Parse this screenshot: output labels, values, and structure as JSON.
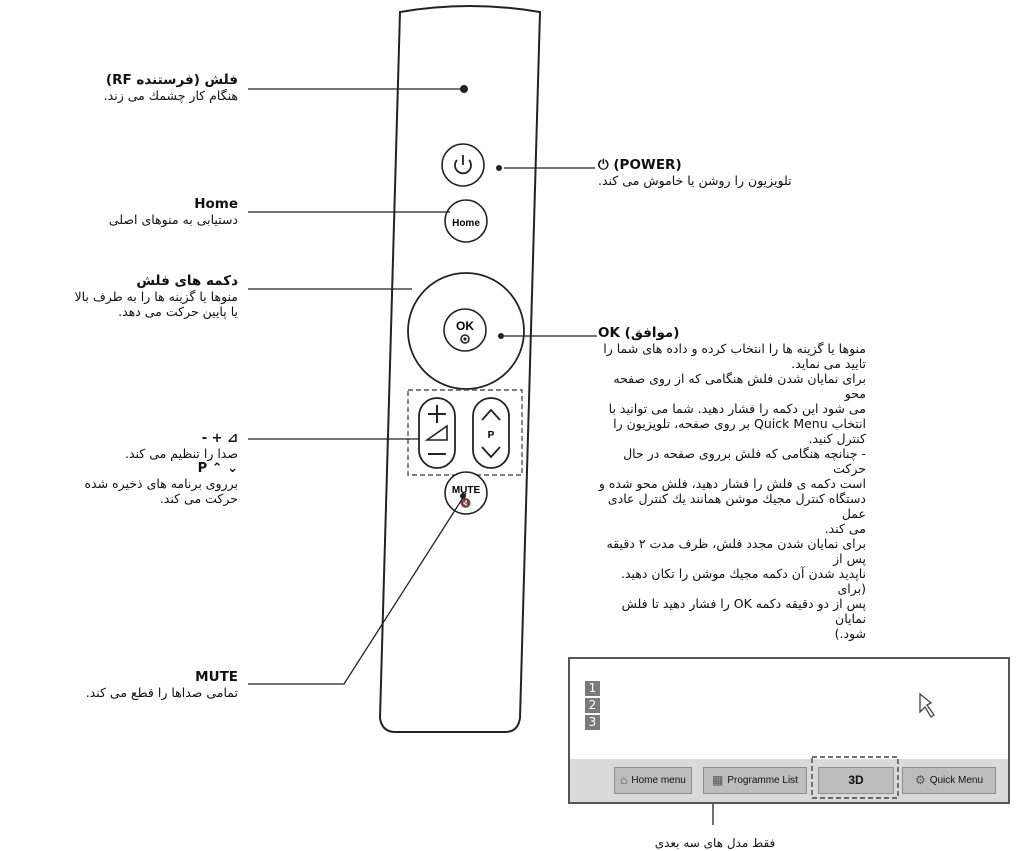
{
  "labels": {
    "rf": {
      "title": "فلش (فرستنده RF)",
      "desc": "هنگام کار چشمك می زند."
    },
    "power": {
      "title": "(POWER)",
      "desc": "تلويزيون را روشن يا خاموش می كند."
    },
    "home": {
      "title": "Home",
      "desc": "دستيابی به منوهای اصلی"
    },
    "flash_buttons": {
      "title": "دكمه های فلش",
      "desc": "منوها يا گزينه ها را به طرف بالا\nيا پايين حركت می دهد."
    },
    "ok": {
      "title": "OK (موافق)",
      "desc": "منوها يا گزينه ها را انتخاب كرده و داده های شما را\nتاييد می نمايد.\nبرای نمايان شدن فلش هنگامی كه از روی صفحه محو\nمی شود اين دكمه را فشار دهيد. شما می توانيد با\nانتخاب Quick Menu بر روی صفحه، تلويزيون را\nكنترل كنيد.\n- چنانچه هنگامی كه فلش برروی صفحه در حال حركت\nاست دكمه ی فلش را فشار دهيد، فلش محو شده و\nدستگاه كنترل مجيك موشن همانند يك كنترل عادی عمل\nمی كند.\nبرای نمايان شدن مجدد فلش، ظرف مدت ۲ دقيقه پس از\nناپديد شدن آن دكمه مجيك موشن را تكان دهيد. (برای\nپس از دو دقيقه دكمه OK را فشار دهيد تا فلش نمايان\nشود.)"
    },
    "volume": {
      "symbol": "- + ⊿",
      "desc": "صدا را تنظيم می كند."
    },
    "program": {
      "symbol": "P ⌃ ⌄",
      "desc": "برروی برنامه های ذخيره شده\nحركت می كند."
    },
    "mute": {
      "title": "MUTE",
      "desc": "تمامی صداها را قطع می كند."
    }
  },
  "remote": {
    "home_label": "Home",
    "ok_label": "OK",
    "p_label": "P",
    "mute_label": "MUTE"
  },
  "tv": {
    "numbers": [
      "1",
      "2",
      "3"
    ],
    "buttons": {
      "home": "Home menu",
      "programme": "Programme List",
      "threed": "3D",
      "quick": "Quick Menu"
    }
  },
  "caption": "فقط مدل های سه بعدی"
}
